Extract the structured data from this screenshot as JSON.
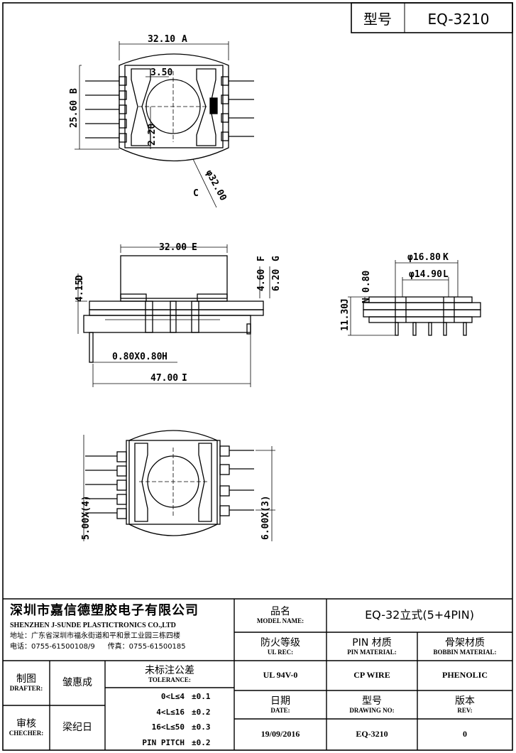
{
  "header": {
    "model_label": "型号",
    "model_value": "EQ-3210"
  },
  "dimensions": {
    "top_width": "32.10",
    "top_width_tag": "A",
    "height": "25.60",
    "height_tag": "B",
    "slot": "3.50",
    "slot_depth": "2.20",
    "diameter": "φ32.00",
    "diameter_tag": "C",
    "side_width": "32.00",
    "side_width_tag": "E",
    "flange_h": "4.60",
    "flange_h_tag": "F",
    "total_h": "6.20",
    "total_h_tag": "G",
    "offset": "4.15",
    "offset_tag": "D",
    "pin_size": "0.80X0.80",
    "pin_size_tag": "H",
    "length": "47.00",
    "length_tag": "I",
    "outer_d": "φ16.80",
    "outer_d_tag": "K",
    "inner_d": "φ14.90",
    "inner_d_tag": "L",
    "wall": "0.80",
    "wall_tag": "N",
    "end_h": "11.30",
    "end_h_tag": "J",
    "pitch_left": "5.00X(4)",
    "pitch_right": "6.00X(3)"
  },
  "title_block": {
    "company_zh": "深圳市嘉信德塑胶电子有限公司",
    "company_en": "SHENZHEN J-SUNDE PLASTICTRONICS CO.,LTD",
    "address": "地址：广东省深圳市福永街道和平和景工业园三栋四楼",
    "phone": "电话：0755-61500108/9",
    "fax": "传真：0755-61500185",
    "model_name_zh": "品名",
    "model_name_en": "MODEL NAME:",
    "model_name_value": "EQ-32立式(5+4PIN)",
    "ul_zh": "防火等级",
    "ul_en": "UL REC:",
    "pin_mat_zh": "PIN 材质",
    "pin_mat_en": "PIN MATERIAL:",
    "bobbin_mat_zh": "骨架材质",
    "bobbin_mat_en": "BOBBIN MATERIAL:",
    "ul_value": "UL 94V-0",
    "pin_mat_value": "CP WIRE",
    "bobbin_mat_value": "PHENOLIC",
    "drafter_zh": "制图",
    "drafter_en": "DRAFTER:",
    "drafter_name": "皱惠成",
    "checker_zh": "审核",
    "checker_en": "CHECHER:",
    "checker_name": "梁纪日",
    "tolerance_zh": "未标注公差",
    "tolerance_en": "TOLERANCE:",
    "tolerances": [
      {
        "range": "0<L≤4",
        "value": "±0.1"
      },
      {
        "range": "4<L≤16",
        "value": "±0.2"
      },
      {
        "range": "16<L≤50",
        "value": "±0.3"
      },
      {
        "range": "PIN PITCH",
        "value": "±0.2"
      }
    ],
    "date_zh": "日期",
    "date_en": "DATE:",
    "date_value": "19/09/2016",
    "drawing_zh": "型号",
    "drawing_en": "DRAWING NO:",
    "drawing_value": "EQ-3210",
    "rev_zh": "版本",
    "rev_en": "REV:",
    "rev_value": "0"
  }
}
